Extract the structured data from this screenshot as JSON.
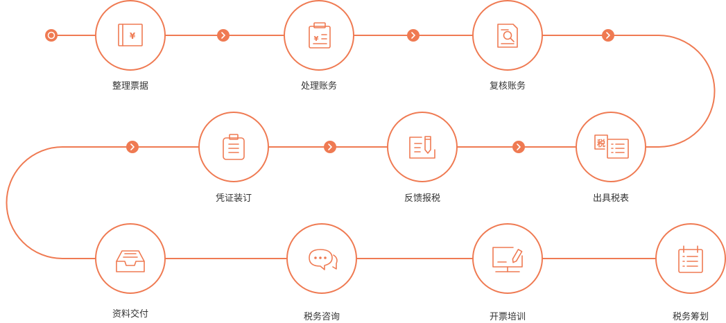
{
  "accent_color": "#ef7a52",
  "steps": [
    {
      "label": "整理票据",
      "icon": "ledger-yen-icon"
    },
    {
      "label": "处理账务",
      "icon": "clipboard-yen-icon"
    },
    {
      "label": "复核账务",
      "icon": "document-magnifier-icon"
    },
    {
      "label": "出具税表",
      "icon": "tax-form-icon"
    },
    {
      "label": "反馈报税",
      "icon": "edit-document-icon"
    },
    {
      "label": "凭证装订",
      "icon": "clipboard-list-icon"
    },
    {
      "label": "资料交付",
      "icon": "inbox-tray-icon"
    },
    {
      "label": "税务咨询",
      "icon": "chat-bubbles-icon"
    },
    {
      "label": "开票培训",
      "icon": "presentation-board-icon"
    },
    {
      "label": "税务筹划",
      "icon": "calendar-list-icon"
    }
  ],
  "icon_text": {
    "tax": "税",
    "yen": "¥"
  }
}
